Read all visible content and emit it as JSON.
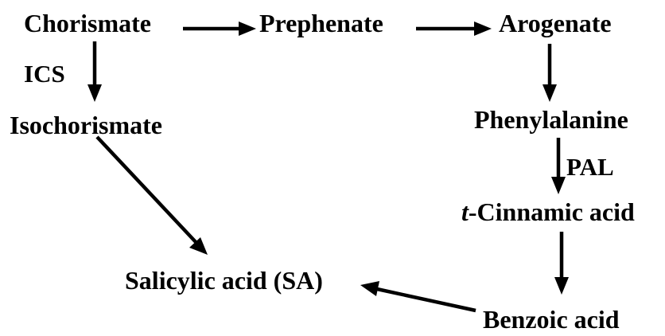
{
  "nodes": {
    "chorismate": "Chorismate",
    "prephenate": "Prephenate",
    "arogenate": "Arogenate",
    "isochorismate": "Isochorismate",
    "phenylalanine": "Phenylalanine",
    "cinnamic_prefix": "t",
    "cinnamic_rest": "-Cinnamic acid",
    "salicylic_acid": "Salicylic acid (SA)",
    "benzoic_acid": "Benzoic acid"
  },
  "enzymes": {
    "ics": "ICS",
    "pal": "PAL"
  },
  "colors": {
    "ink": "#000000",
    "background": "#ffffff"
  }
}
